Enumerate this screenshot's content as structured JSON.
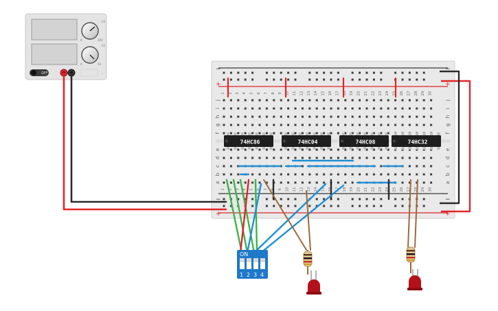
{
  "power_supply": {
    "off_label": "OFF",
    "knob_top_label": "CV",
    "knob_bottom_label": "CC",
    "knob_top_min": "0",
    "knob_top_max": "30V",
    "knob_bottom_min": "0",
    "knob_bottom_max": "5A"
  },
  "breadboard": {
    "column_numbers": [
      "1",
      "2",
      "3",
      "4",
      "5",
      "6",
      "7",
      "8",
      "9",
      "10",
      "11",
      "12",
      "13",
      "14",
      "15",
      "16",
      "17",
      "18",
      "19",
      "20",
      "21",
      "22",
      "23",
      "24",
      "25",
      "26",
      "27",
      "28",
      "29",
      "30"
    ],
    "row_letters_top": [
      "j",
      "i",
      "h",
      "g",
      "f"
    ],
    "row_letters_bottom": [
      "e",
      "d",
      "c",
      "b",
      "a"
    ],
    "rail_plus": "+",
    "rail_minus": "−"
  },
  "chips": [
    {
      "label": "74HC86"
    },
    {
      "label": "74HC04"
    },
    {
      "label": "74HC08"
    },
    {
      "label": "74HC32"
    }
  ],
  "dip_switch": {
    "on_label": "ON",
    "numbers": [
      "1",
      "2",
      "3",
      "4"
    ]
  },
  "colors": {
    "wire_red": "#e0262a",
    "wire_black": "#2b2b2b",
    "wire_green": "#3cb54a",
    "wire_blue": "#1f8fd6",
    "wire_brown": "#9b6a3c",
    "breadboard": "#e9e9e9",
    "chip": "#1e1e1e",
    "dip_body": "#1f78c8",
    "led": "#b3121a"
  }
}
